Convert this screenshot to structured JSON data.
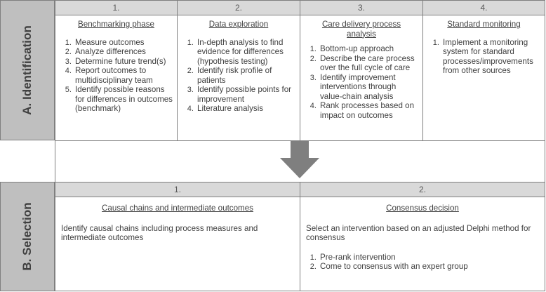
{
  "sectionA": {
    "label": "A. Identification",
    "headers": [
      "1.",
      "2.",
      "3.",
      "4."
    ],
    "columns": [
      {
        "title": "Benchmarking phase",
        "items": [
          "Measure outcomes",
          "Analyze differences",
          "Determine future trend(s)",
          "Report outcomes to multidisciplinary team",
          "Identify possible reasons for differences in outcomes (benchmark)"
        ]
      },
      {
        "title": "Data exploration",
        "items": [
          "In-depth analysis to find evidence for differences (hypothesis testing)",
          "Identify risk profile of patients",
          "Identify possible points for improvement",
          "Literature analysis"
        ]
      },
      {
        "title": "Care delivery process analysis",
        "items": [
          "Bottom-up approach",
          "Describe the care process over the full cycle of care",
          "Identify improvement interventions through value-chain analysis",
          "Rank processes based on impact on outcomes"
        ]
      },
      {
        "title": "Standard monitoring",
        "items": [
          "Implement  a monitoring system for standard processes/improvements from other sources"
        ]
      }
    ]
  },
  "sectionB": {
    "label": "B. Selection",
    "headers": [
      "1.",
      "2."
    ],
    "columns": [
      {
        "title": "Causal chains and intermediate outcomes",
        "text": "Identify causal chains including  process measures and intermediate outcomes"
      },
      {
        "title": "Consensus decision",
        "text": "Select an intervention based on an adjusted  Delphi method for consensus",
        "items": [
          "Pre-rank intervention",
          "Come to consensus with an expert group"
        ]
      }
    ]
  },
  "colors": {
    "header_fill": "#d9d9d9",
    "side_fill": "#bfbfbf",
    "arrow": "#7f7f7f",
    "border": "#7f7f7f"
  }
}
